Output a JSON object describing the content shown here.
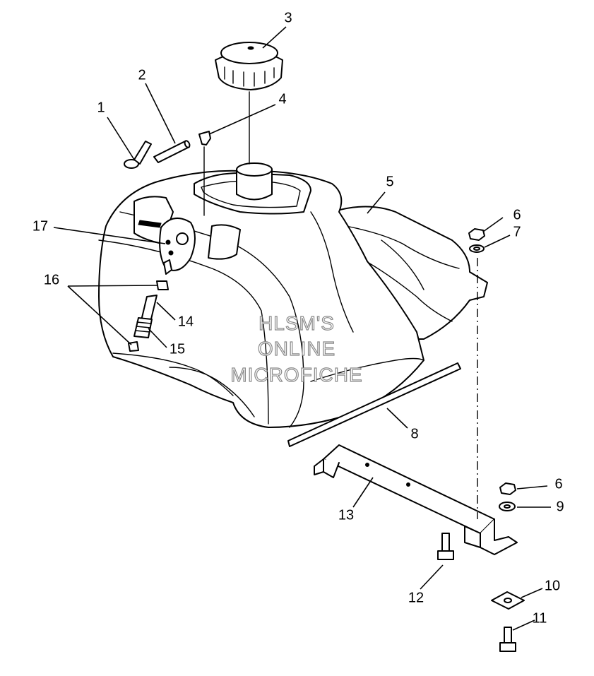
{
  "watermark": {
    "line1": "HLSM'S",
    "line2": "ONLINE",
    "line3": "MICROFICHE"
  },
  "callouts": [
    "1",
    "2",
    "3",
    "4",
    "5",
    "6",
    "7",
    "8",
    "6",
    "9",
    "10",
    "11",
    "12",
    "13",
    "14",
    "15",
    "16",
    "17"
  ],
  "colors": {
    "line": "#000000",
    "background": "#ffffff",
    "watermark_stroke": "#8a8a8a"
  }
}
